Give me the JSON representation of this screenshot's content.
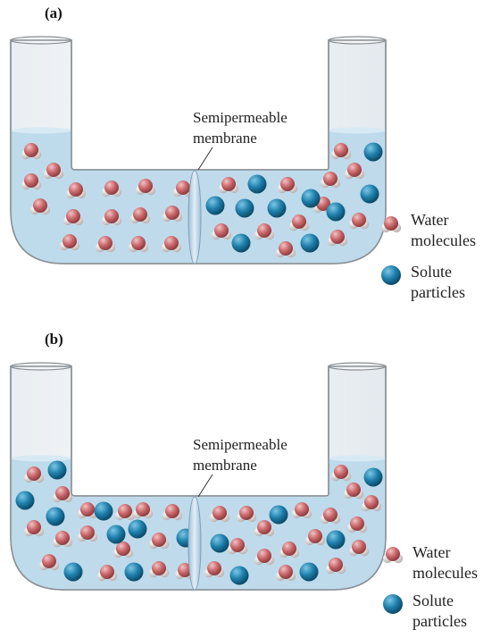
{
  "panels": [
    {
      "label": "(a)",
      "membrane_label_line1": "Semipermeable",
      "membrane_label_line2": "membrane",
      "legend": {
        "water_line1": "Water",
        "water_line2": "molecules",
        "solute_line1": "Solute",
        "solute_line2": "particles"
      },
      "left_level_higher": true
    },
    {
      "label": "(b)",
      "membrane_label_line1": "Semipermeable",
      "membrane_label_line2": "membrane",
      "legend": {
        "water_line1": "Water",
        "water_line2": "molecules",
        "solute_line1": "Solute",
        "solute_line2": "particles"
      },
      "left_level_higher": false
    }
  ],
  "colors": {
    "solution": "#bcd9ea",
    "tube_outline": "#8a8f94",
    "oxygen": "#c9676a",
    "hydrogen": "#e2dedd",
    "solute": "#1e7fab",
    "membrane": "#c4dbec"
  }
}
